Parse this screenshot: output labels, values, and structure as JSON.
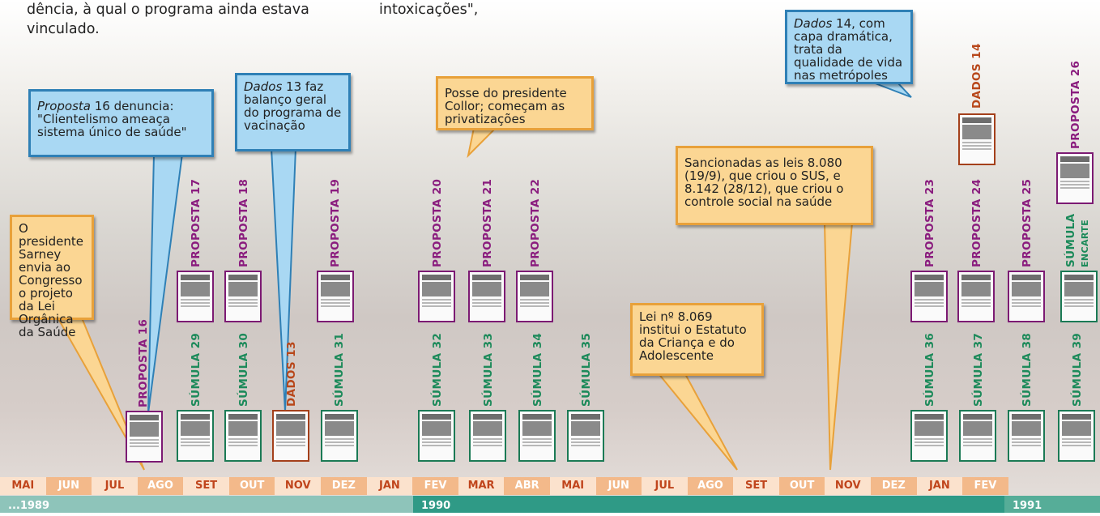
{
  "intro": {
    "left_line1": "dência, à qual o programa ainda estava",
    "left_line2": "vinculado.",
    "right_line1": "intoxicações\","
  },
  "callouts": {
    "sarney": "O presidente Sarney envia ao Congresso o projeto da Lei Orgânica da Saúde",
    "proposta16_italic": "Proposta",
    "proposta16_rest": " 16 denuncia: \"Clientelismo ameaça sistema único de saúde\"",
    "dados13_italic": "Dados",
    "dados13_rest": " 13 faz balanço geral do programa de vacinação",
    "collor": "Posse do presidente Collor; começam as privatizações",
    "eca": "Lei nº 8.069 institui o Estatuto da Criança e do Adolescente",
    "sus": "Sancionadas as leis 8.080 (19/9), que criou o SUS, e 8.142 (28/12), que criou o controle social na saúde",
    "dados14_italic": "Dados",
    "dados14_rest": " 14, com capa dramática, trata da qualidade de vida nas metrópoles"
  },
  "publications": [
    {
      "label": "PROPOSTA 16",
      "kind": "p"
    },
    {
      "label": "SÚMULA 29",
      "kind": "s"
    },
    {
      "label": "PROPOSTA 17",
      "kind": "p"
    },
    {
      "label": "SÚMULA 30",
      "kind": "s"
    },
    {
      "label": "PROPOSTA 18",
      "kind": "p"
    },
    {
      "label": "DADOS 13",
      "kind": "d"
    },
    {
      "label": "SÚMULA 31",
      "kind": "s"
    },
    {
      "label": "PROPOSTA 19",
      "kind": "p"
    },
    {
      "label": "SÚMULA 32",
      "kind": "s"
    },
    {
      "label": "PROPOSTA 20",
      "kind": "p"
    },
    {
      "label": "SÚMULA 33",
      "kind": "s"
    },
    {
      "label": "PROPOSTA 21",
      "kind": "p"
    },
    {
      "label": "SÚMULA 34",
      "kind": "s"
    },
    {
      "label": "PROPOSTA 22",
      "kind": "p"
    },
    {
      "label": "SÚMULA 35",
      "kind": "s"
    },
    {
      "label": "SÚMULA 36",
      "kind": "s"
    },
    {
      "label": "PROPOSTA 23",
      "kind": "p"
    },
    {
      "label": "SÚMULA 37",
      "kind": "s"
    },
    {
      "label": "PROPOSTA 24",
      "kind": "p"
    },
    {
      "label": "DADOS 14",
      "kind": "d"
    },
    {
      "label": "SÚMULA 38",
      "kind": "s"
    },
    {
      "label": "PROPOSTA 25",
      "kind": "p"
    },
    {
      "label": "SÚMULA 39",
      "kind": "s"
    },
    {
      "label": "SÚMULA",
      "kind": "s"
    },
    {
      "label": "ENCARTE",
      "kind": "s"
    },
    {
      "label": "PROPOSTA 26",
      "kind": "p"
    }
  ],
  "months": [
    "MAI",
    "JUN",
    "JUL",
    "AGO",
    "SET",
    "OUT",
    "NOV",
    "DEZ",
    "JAN",
    "FEV",
    "MAR",
    "ABR",
    "MAI",
    "JUN",
    "JUL",
    "AGO",
    "SET",
    "OUT",
    "NOV",
    "DEZ",
    "JAN",
    "FEV"
  ],
  "years": [
    "...1989",
    "1990",
    "1991"
  ],
  "colors": {
    "proposta": "#8a1c7e",
    "sumula": "#1c8a5a",
    "dados": "#b8471a",
    "callout_orange": "#fbd693",
    "callout_blue": "#a9d8f3",
    "year_1989": "#8ec4ba",
    "year_1990": "#2f9a86",
    "year_1991": "#56ad98"
  }
}
